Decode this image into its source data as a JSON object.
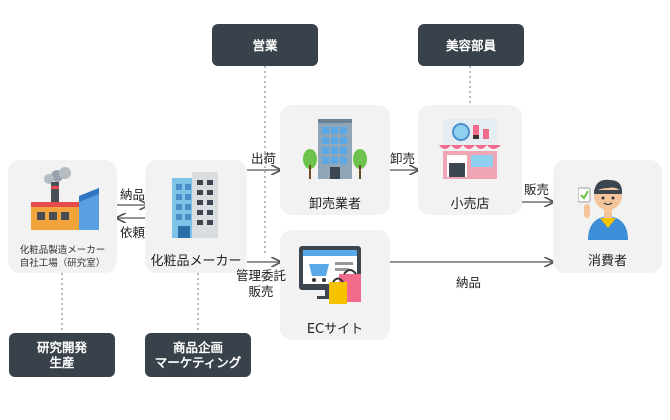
{
  "nodes": {
    "factory": {
      "line1": "化粧品製造メーカー",
      "line2": "自社工場（研究室）"
    },
    "maker": {
      "label": "化粧品メーカー"
    },
    "wholesaler": {
      "label": "卸売業者"
    },
    "retailer": {
      "label": "小売店"
    },
    "ec": {
      "label": "ECサイト"
    },
    "consumer": {
      "label": "消費者"
    }
  },
  "roles": {
    "sales": "営業",
    "beauty": "美容部員",
    "rnd_line1": "研究開発",
    "rnd_line2": "生産",
    "planning_line1": "商品企画",
    "planning_line2": "マーケティング"
  },
  "edges": {
    "delivery1": "納品",
    "request": "依頼",
    "shipping": "出荷",
    "wholesale": "卸売",
    "retail_sale": "販売",
    "consign_line1": "管理委託",
    "consign_line2": "販売",
    "delivery2": "納品"
  },
  "colors": {
    "card": "#f2f2f2",
    "role": "#39414a",
    "line": "#555555",
    "pink": "#f26b8a",
    "yellow": "#f6c200",
    "blue": "#3a8fd8"
  }
}
